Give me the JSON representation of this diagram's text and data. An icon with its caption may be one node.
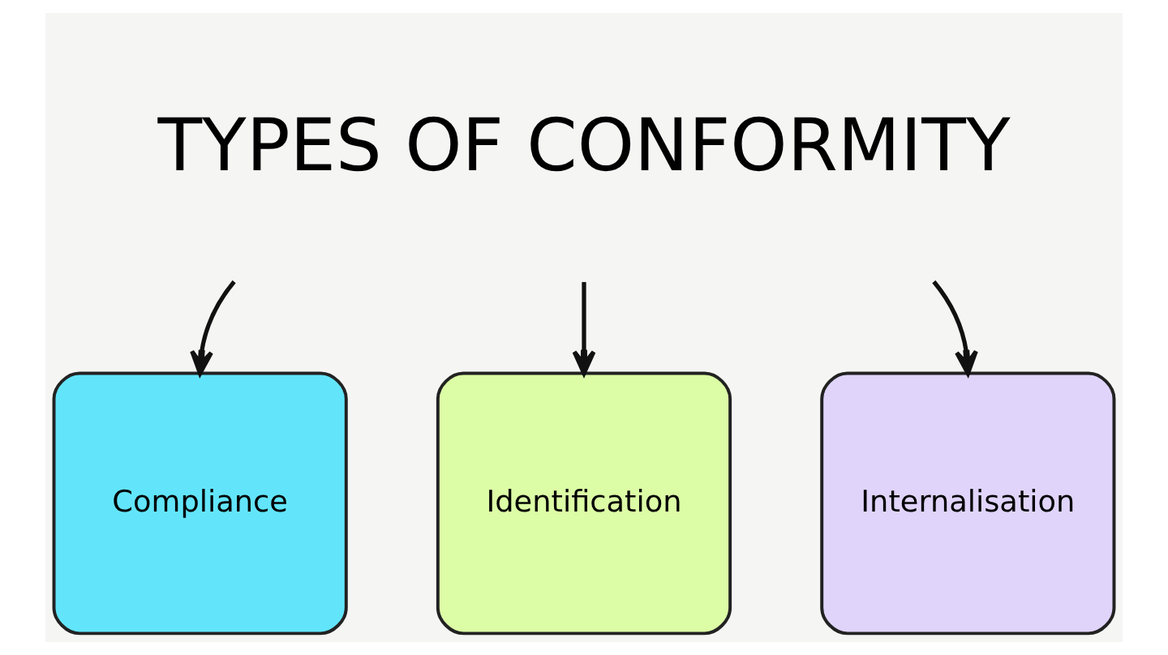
{
  "diagram": {
    "nodes": [
      {
        "text": [
          "TYPES OF CONFORMITY"
        ]
      },
      {
        "text": [
          "Compliance"
        ]
      },
      {
        "text": [
          "Identification"
        ]
      },
      {
        "text": [
          "Internalisation"
        ]
      }
    ],
    "edges": [
      {
        "from": 0,
        "to": 1,
        "arrow": "to"
      },
      {
        "from": 0,
        "to": 2,
        "arrow": "to"
      },
      {
        "from": 0,
        "to": 3,
        "arrow": "to"
      }
    ]
  }
}
